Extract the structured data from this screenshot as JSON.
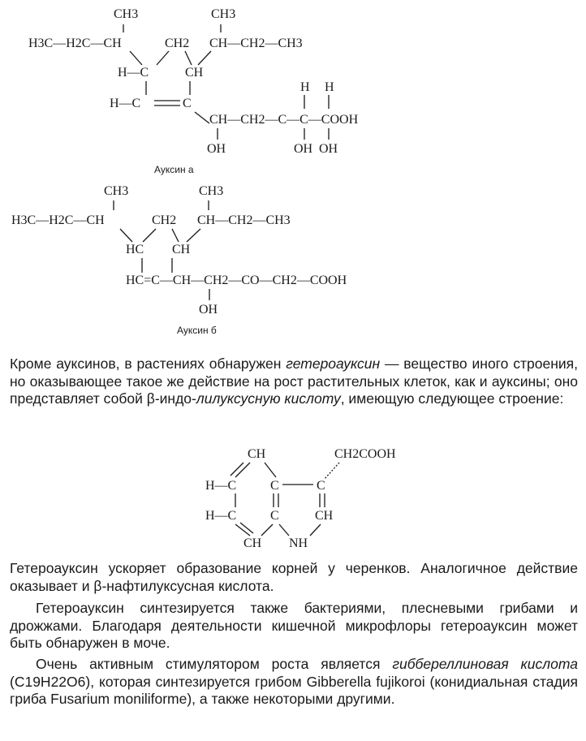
{
  "auxin_a": {
    "me1": "CH3",
    "me2": "CH3",
    "chain_left": "H3C—H2C—CH",
    "ring_ch2": "CH2",
    "ring_ch_right": "CH—CH2—CH3",
    "ring_h_c": "H—C",
    "ring_ch_lower": "CH",
    "ring_h_c2": "H—C",
    "ring_c": "C",
    "h1": "H",
    "h2": "H",
    "side_chain": "CH—CH2—C—C—COOH",
    "oh1": "OH",
    "oh2": "OH",
    "oh3": "OH",
    "caption": "Ауксин а"
  },
  "auxin_b": {
    "me1": "CH3",
    "me2": "CH3",
    "chain_left": "H3C—H2C—CH",
    "ring_ch2": "CH2",
    "ring_ch_right": "CH—CH2—CH3",
    "hc_left": "HC",
    "ch_right": "CH",
    "side_chain": "HC=C—CH—CH2—CO—CH2—COOH",
    "oh": "OH",
    "caption": "Ауксин б"
  },
  "para1": {
    "text_a": "Кроме ауксинов, в растениях обнаружен ",
    "italic_a": "гетероауксин",
    "text_b": " — вещество иного строения, но оказывающее такое же действие на рост растительных клеток, как и ауксины; оно представляет собой β-индо-",
    "italic_b": "лилуксусную кислоту",
    "text_c": ", имеющую следующее строение:"
  },
  "indole": {
    "ch_top": "CH",
    "ch2cooh": "CH2COOH",
    "h_c1": "H—C",
    "c1": "C",
    "c2": "C",
    "h_c2": "H—C",
    "c3": "C",
    "ch_right": "CH",
    "ch_bottom": "CH",
    "nh": "NH"
  },
  "para2": {
    "text": "Гетероауксин ускоряет образование корней у черенков. Аналогичное действие оказывает и β-нафтилуксусная кислота."
  },
  "para3": {
    "text": "Гетероауксин синтезируется также бактериями, плесневыми грибами и дрожжами. Благодаря деятельности кишечной микрофлоры гетероауксин может быть обнаружен в моче."
  },
  "para4": {
    "text_a": "Очень активным стимулятором роста является ",
    "italic_a": "гиббереллиновая",
    "italic_b": "кислота",
    "formula": "(C19H22O6)",
    "text_b": ", которая синтезируется грибом Gibberella fujikoroi (конидиальная стадия гриба Fusarium moniliforme), а также некоторыми другими."
  }
}
